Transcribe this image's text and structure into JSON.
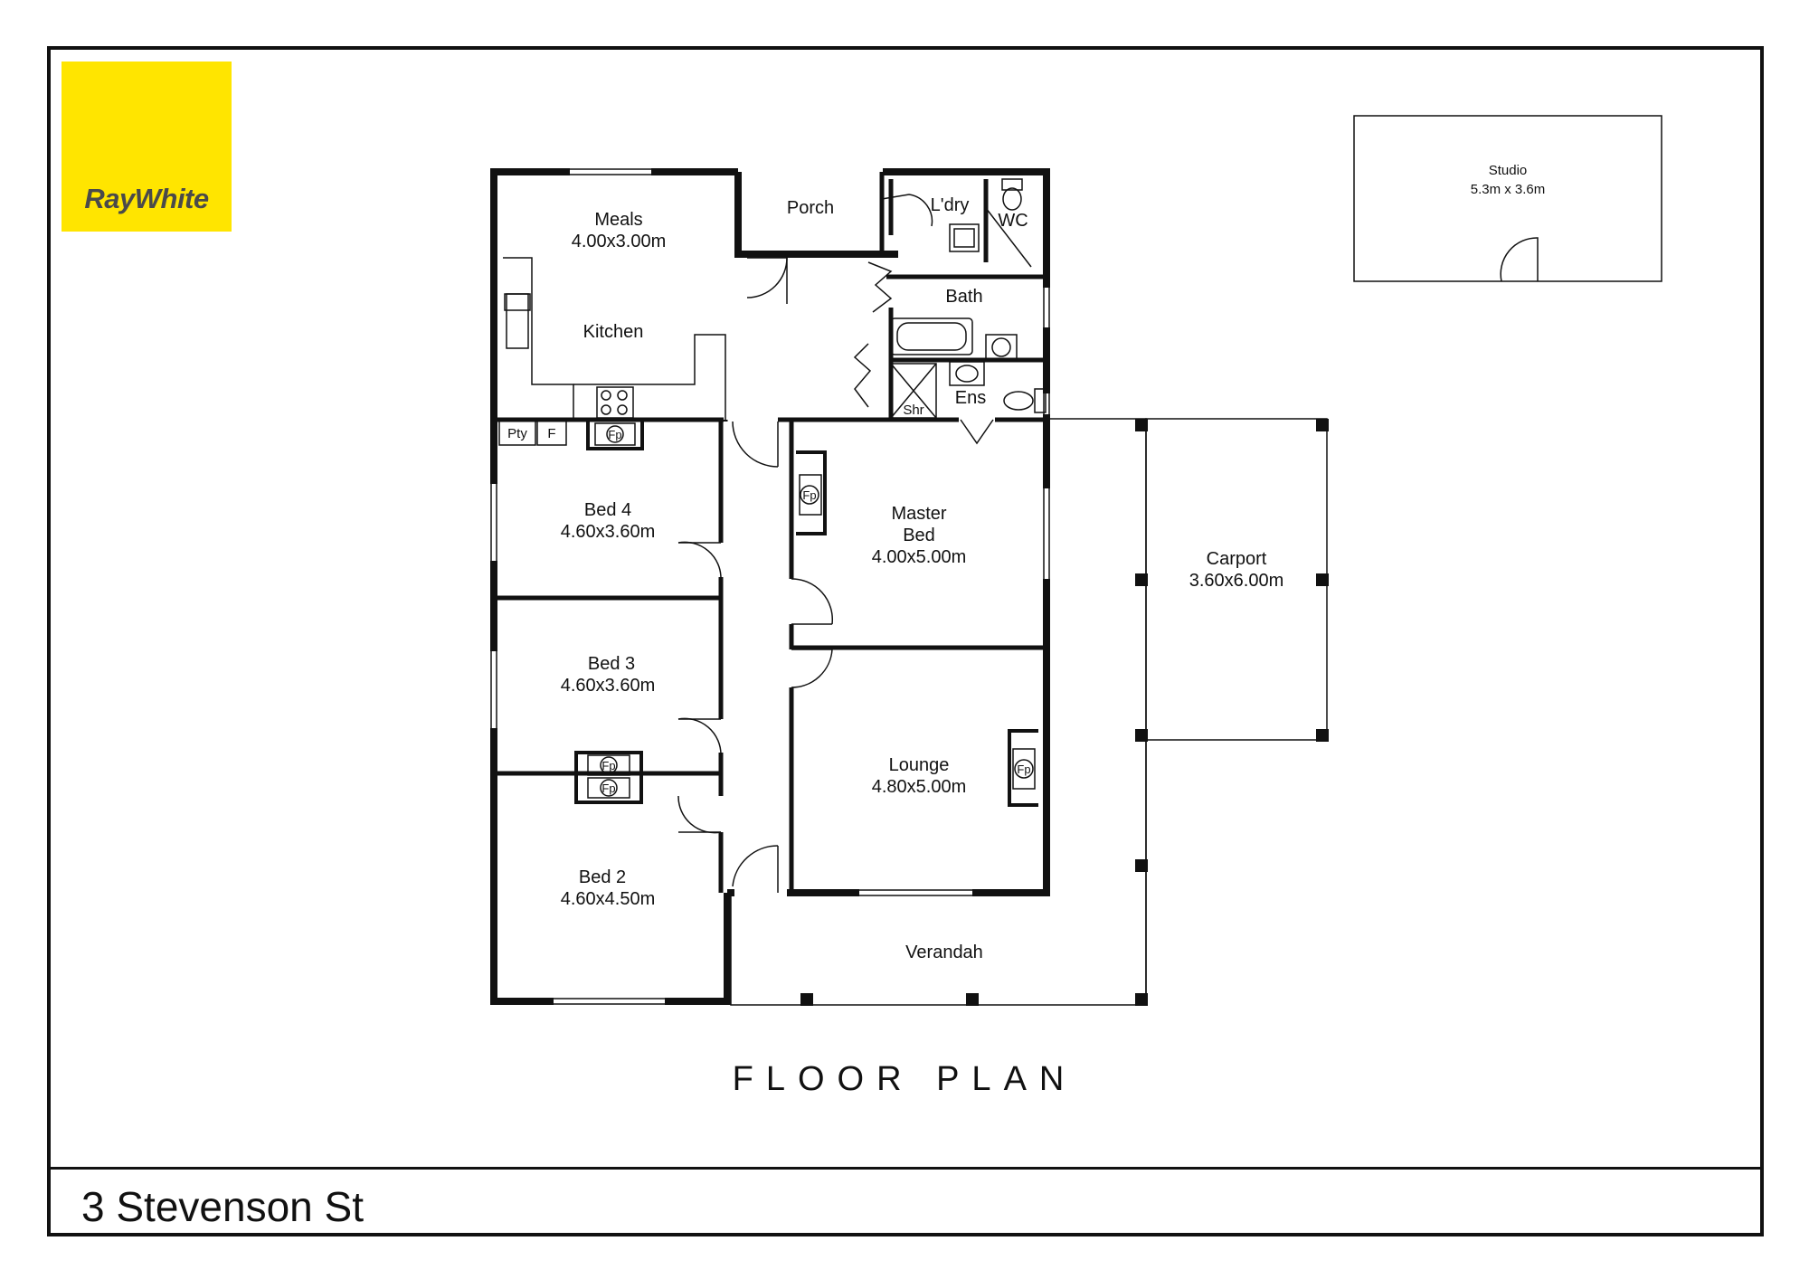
{
  "brand": {
    "logo_text": "RayWhite",
    "logo_color": "#ffe500"
  },
  "title": "FLOOR PLAN",
  "address": "3 Stevenson St",
  "rooms": {
    "meals": {
      "name": "Meals",
      "size": "4.00x3.00m"
    },
    "kitchen": {
      "name": "Kitchen"
    },
    "porch": {
      "name": "Porch"
    },
    "laundry": {
      "name": "L'dry"
    },
    "wc": {
      "name": "WC"
    },
    "bath": {
      "name": "Bath"
    },
    "ensuite": {
      "name": "Ens"
    },
    "shower": {
      "name": "Shr"
    },
    "pantry": {
      "name": "Pty"
    },
    "fridge": {
      "name": "F"
    },
    "bed4": {
      "name": "Bed 4",
      "size": "4.60x3.60m"
    },
    "bed3": {
      "name": "Bed 3",
      "size": "4.60x3.60m"
    },
    "bed2": {
      "name": "Bed 2",
      "size": "4.60x4.50m"
    },
    "master": {
      "name_line1": "Master",
      "name_line2": "Bed",
      "size": "4.00x5.00m"
    },
    "lounge": {
      "name": "Lounge",
      "size": "4.80x5.00m"
    },
    "verandah": {
      "name": "Verandah"
    },
    "carport": {
      "name": "Carport",
      "size": "3.60x6.00m"
    },
    "studio": {
      "name": "Studio",
      "size": "5.3m x 3.6m"
    }
  },
  "fireplace_label": "Fp"
}
